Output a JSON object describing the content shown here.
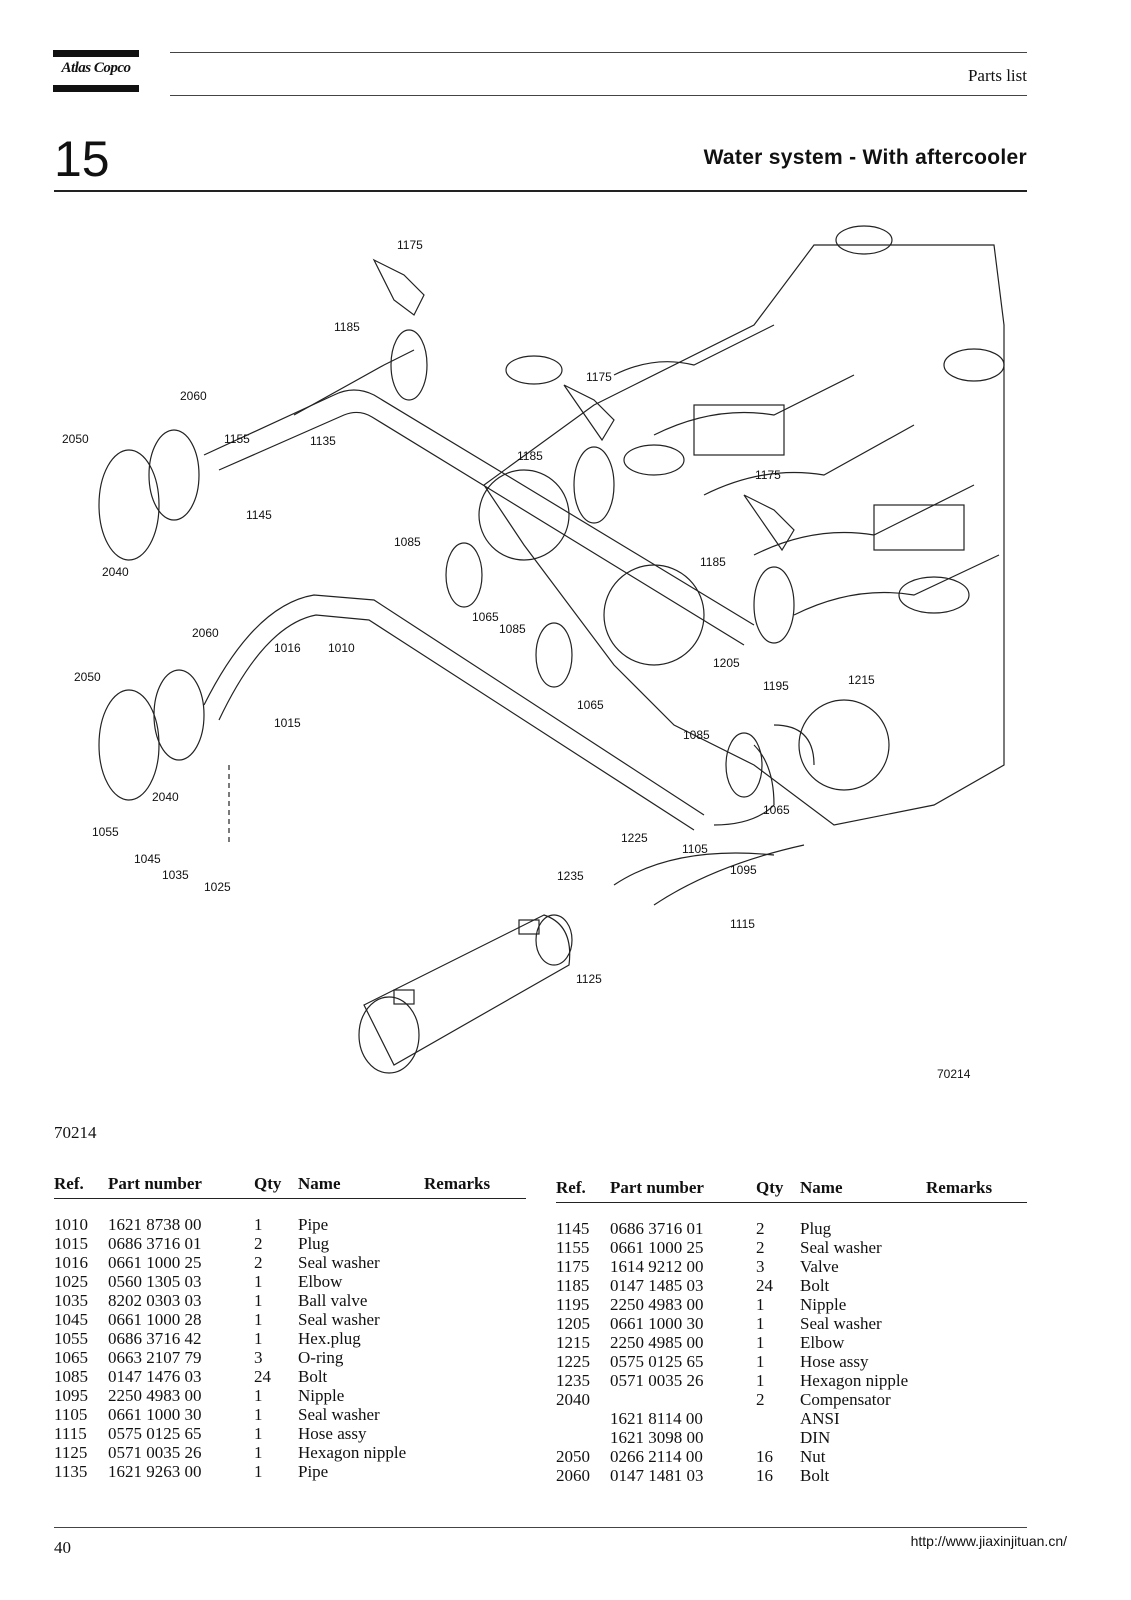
{
  "header": {
    "brand": "Atlas Copco",
    "doc_type": "Parts list"
  },
  "chapter": {
    "number": "15",
    "title": "Water system - With aftercooler"
  },
  "figure": {
    "drawing_no_inner": "70214",
    "caption": "70214",
    "callouts": [
      "1175",
      "1185",
      "2060",
      "2050",
      "1155",
      "1135",
      "1145",
      "2040",
      "1175",
      "1185",
      "1175",
      "1085",
      "1065",
      "1085",
      "2060",
      "1016",
      "1010",
      "2050",
      "1015",
      "1185",
      "1205",
      "1195",
      "1215",
      "1065",
      "1085",
      "2040",
      "1055",
      "1045",
      "1035",
      "1025",
      "1225",
      "1105",
      "1095",
      "1065",
      "1235",
      "1115",
      "1125"
    ]
  },
  "table_headers": {
    "ref": "Ref.",
    "part_number": "Part number",
    "qty": "Qty",
    "name": "Name",
    "remarks": "Remarks"
  },
  "parts_left": [
    {
      "ref": "1010",
      "pn": "1621 8738 00",
      "qty": "1",
      "name": "Pipe",
      "remarks": ""
    },
    {
      "ref": "1015",
      "pn": "0686 3716 01",
      "qty": "2",
      "name": "Plug",
      "remarks": ""
    },
    {
      "ref": "1016",
      "pn": "0661 1000 25",
      "qty": "2",
      "name": "Seal washer",
      "remarks": ""
    },
    {
      "ref": "1025",
      "pn": "0560 1305 03",
      "qty": "1",
      "name": "Elbow",
      "remarks": ""
    },
    {
      "ref": "1035",
      "pn": "8202 0303 03",
      "qty": "1",
      "name": "Ball valve",
      "remarks": ""
    },
    {
      "ref": "1045",
      "pn": "0661 1000 28",
      "qty": "1",
      "name": "Seal washer",
      "remarks": ""
    },
    {
      "ref": "1055",
      "pn": "0686 3716 42",
      "qty": "1",
      "name": "Hex.plug",
      "remarks": ""
    },
    {
      "ref": "1065",
      "pn": "0663 2107 79",
      "qty": "3",
      "name": "O-ring",
      "remarks": ""
    },
    {
      "ref": "1085",
      "pn": "0147 1476 03",
      "qty": "24",
      "name": "Bolt",
      "remarks": ""
    },
    {
      "ref": "1095",
      "pn": "2250 4983 00",
      "qty": "1",
      "name": "Nipple",
      "remarks": ""
    },
    {
      "ref": "1105",
      "pn": "0661 1000 30",
      "qty": "1",
      "name": "Seal washer",
      "remarks": ""
    },
    {
      "ref": "1115",
      "pn": "0575 0125 65",
      "qty": "1",
      "name": "Hose assy",
      "remarks": ""
    },
    {
      "ref": "1125",
      "pn": "0571 0035 26",
      "qty": "1",
      "name": "Hexagon nipple",
      "remarks": ""
    },
    {
      "ref": "1135",
      "pn": "1621 9263 00",
      "qty": "1",
      "name": "Pipe",
      "remarks": ""
    }
  ],
  "parts_right": [
    {
      "ref": "1145",
      "pn": "0686 3716 01",
      "qty": "2",
      "name": "Plug",
      "remarks": ""
    },
    {
      "ref": "1155",
      "pn": "0661 1000 25",
      "qty": "2",
      "name": "Seal washer",
      "remarks": ""
    },
    {
      "ref": "1175",
      "pn": "1614 9212 00",
      "qty": "3",
      "name": "Valve",
      "remarks": ""
    },
    {
      "ref": "1185",
      "pn": "0147 1485 03",
      "qty": "24",
      "name": "Bolt",
      "remarks": ""
    },
    {
      "ref": "1195",
      "pn": "2250 4983 00",
      "qty": "1",
      "name": "Nipple",
      "remarks": ""
    },
    {
      "ref": "1205",
      "pn": "0661 1000 30",
      "qty": "1",
      "name": "Seal washer",
      "remarks": ""
    },
    {
      "ref": "1215",
      "pn": "2250 4985 00",
      "qty": "1",
      "name": "Elbow",
      "remarks": ""
    },
    {
      "ref": "1225",
      "pn": "0575 0125 65",
      "qty": "1",
      "name": "Hose assy",
      "remarks": ""
    },
    {
      "ref": "1235",
      "pn": "0571 0035 26",
      "qty": "1",
      "name": "Hexagon nipple",
      "remarks": ""
    },
    {
      "ref": "2040",
      "pn": "",
      "qty": "2",
      "name": "Compensator",
      "remarks": ""
    },
    {
      "ref": "",
      "pn": "1621 8114 00",
      "qty": "",
      "name": "ANSI",
      "remarks": ""
    },
    {
      "ref": "",
      "pn": "1621 3098 00",
      "qty": "",
      "name": "DIN",
      "remarks": ""
    },
    {
      "ref": "2050",
      "pn": "0266 2114 00",
      "qty": "16",
      "name": "Nut",
      "remarks": ""
    },
    {
      "ref": "2060",
      "pn": "0147 1481 03",
      "qty": "16",
      "name": "Bolt",
      "remarks": ""
    }
  ],
  "footer": {
    "page_number": "40",
    "url": "http://www.jiaxinjituan.cn/"
  }
}
